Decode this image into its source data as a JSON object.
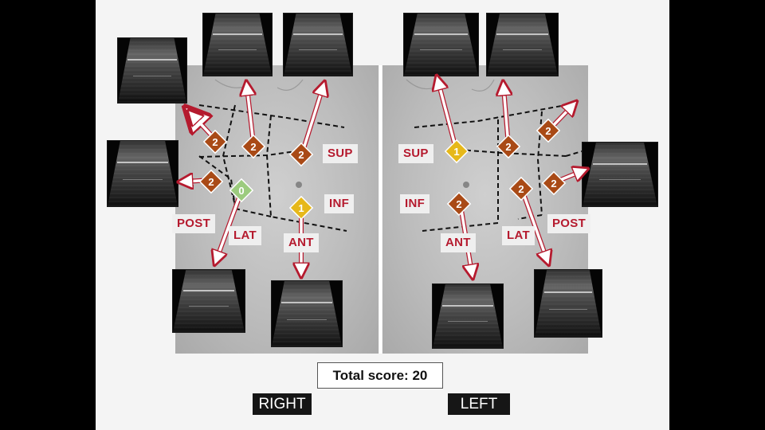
{
  "labels": {
    "right_sup": "SUP",
    "right_inf": "INF",
    "right_post": "POST",
    "right_lat": "LAT",
    "right_ant": "ANT",
    "left_sup": "SUP",
    "left_inf": "INF",
    "left_ant": "ANT",
    "left_lat": "LAT",
    "left_post": "POST"
  },
  "total_score": "Total score: 20",
  "right_caption": "RIGHT",
  "left_caption": "LEFT",
  "scores": {
    "r_post_sup": "2",
    "r_lat_sup": "2",
    "r_ant_sup": "2",
    "r_post_inf": "2",
    "r_lat_inf": "0",
    "r_ant_inf": "1",
    "l_ant_sup": "1",
    "l_lat_sup": "2",
    "l_post_sup": "2",
    "l_ant_inf": "2",
    "l_lat_inf": "2",
    "l_post_inf": "2"
  },
  "colors": {
    "score_2": "#a94a16",
    "score_1": "#e6b81a",
    "score_0": "#9ccb7e",
    "arrow_fill": "#ffffff",
    "arrow_stroke": "#b51a2e",
    "label_text": "#b51a2e"
  }
}
